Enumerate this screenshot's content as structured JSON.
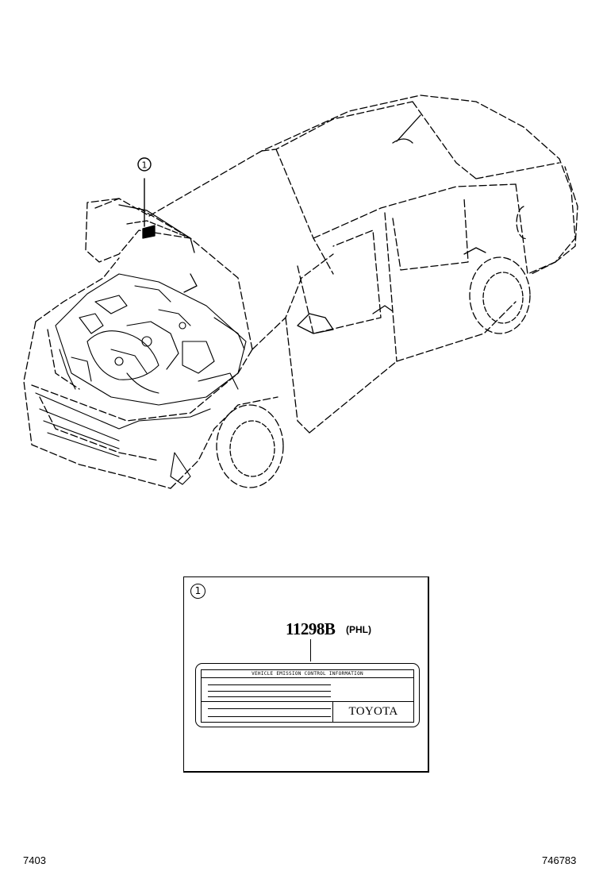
{
  "illustration": {
    "callout_marker": "1",
    "subject": "car-with-open-hood"
  },
  "callout": {
    "marker": "1",
    "part_number": "11298B",
    "part_suffix": "(PHL)",
    "label": {
      "heading": "VEHICLE EMISSION CONTROL INFORMATION",
      "brand": "TOYOTA"
    }
  },
  "footer": {
    "left_code": "7403",
    "right_code": "746783"
  }
}
